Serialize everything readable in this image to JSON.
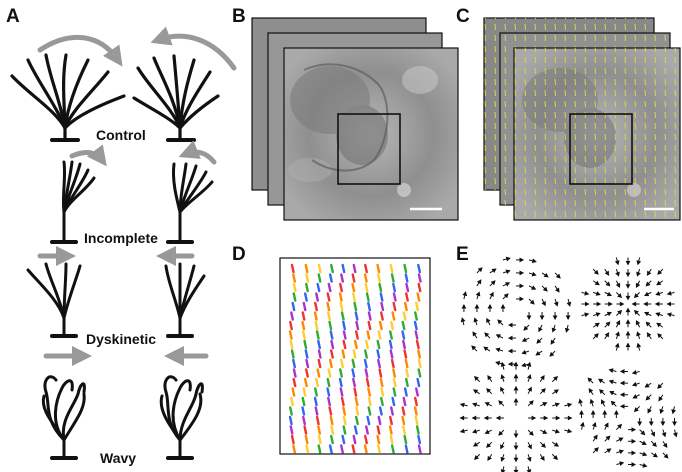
{
  "panel_letters": {
    "a": "A",
    "b": "B",
    "c": "C",
    "d": "D",
    "e": "E"
  },
  "beat_labels": {
    "control": "Control",
    "incomplete": "Incomplete",
    "dyskinetic": "Dyskinetic",
    "wavy": "Wavy"
  },
  "colors": {
    "cilia": "#111111",
    "arrow": "#999999",
    "micrograph_bg": "#9a9a9a",
    "vector_yellow": "#d6d64a",
    "frame": "#111111"
  },
  "icons": [
    "curved-arrow-icon",
    "straight-arrow-icon",
    "scale-bar-icon",
    "vector-field-icon"
  ]
}
